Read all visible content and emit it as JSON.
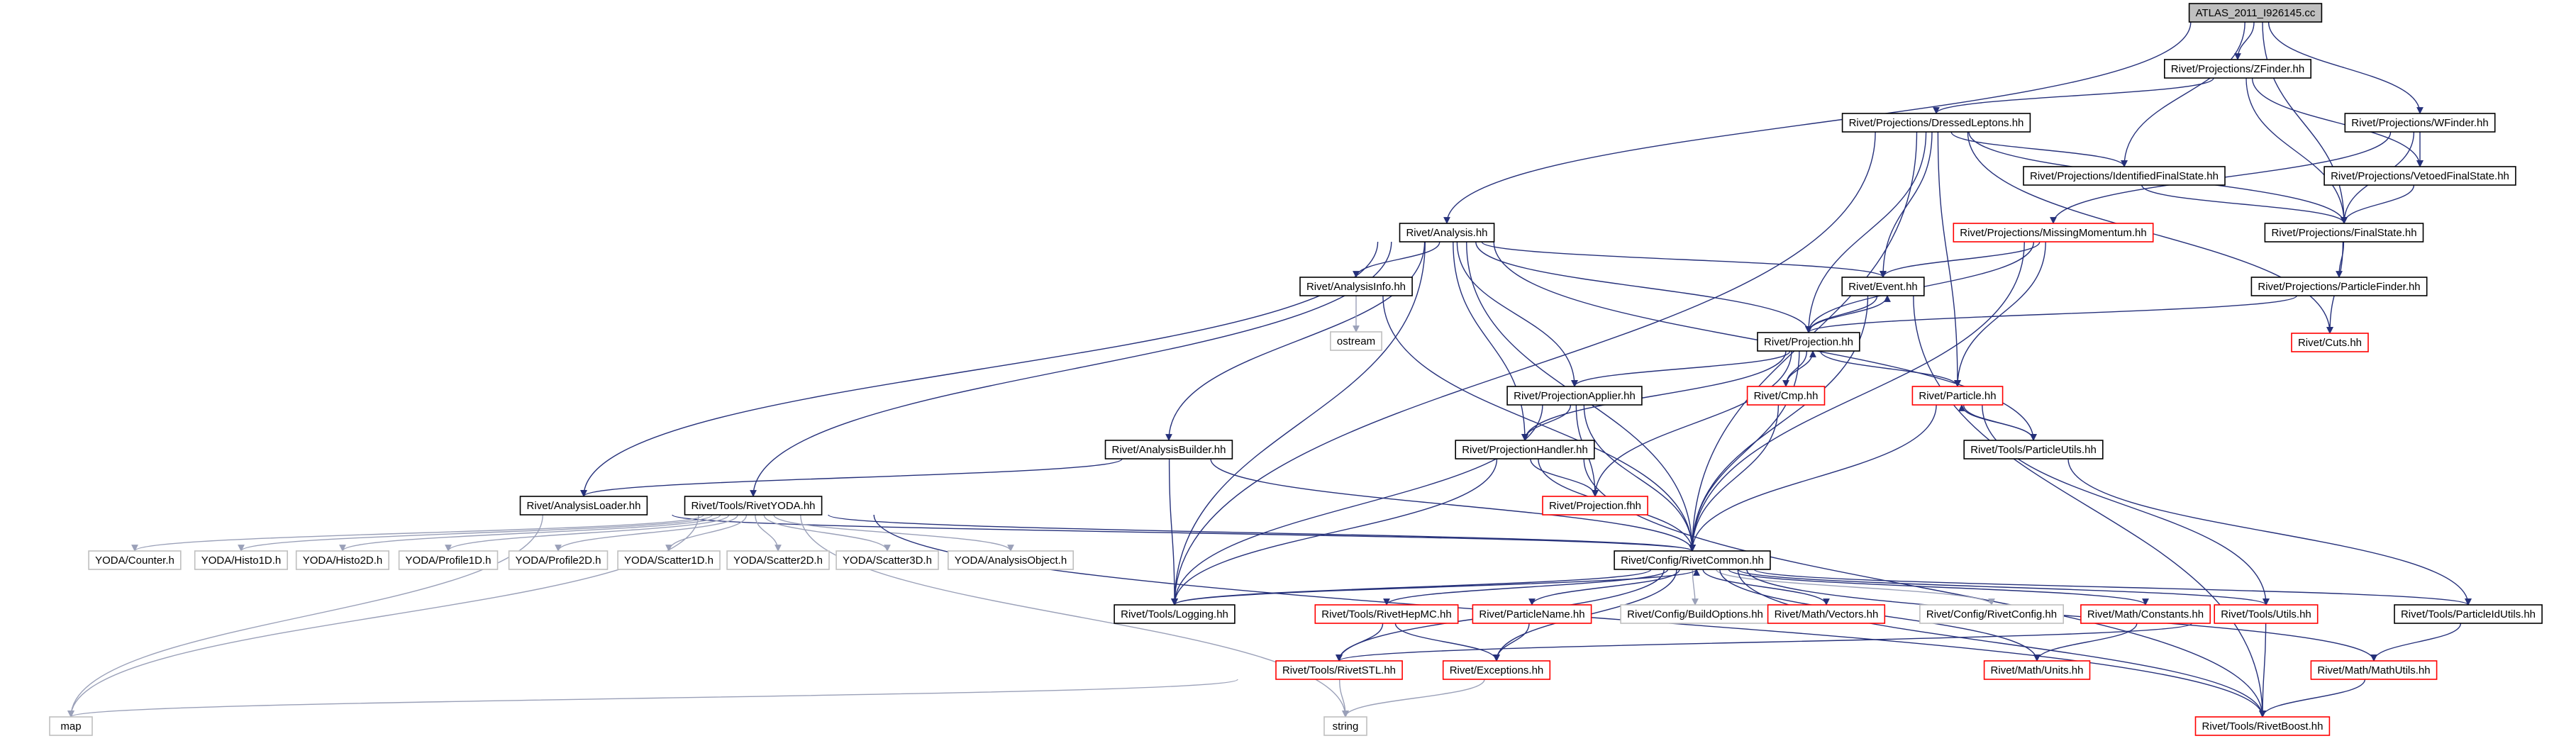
{
  "diagram": {
    "colors": {
      "edge": "#25307a",
      "edge_light": "#9aa0b8",
      "box_default": "#000000",
      "box_red": "#ff0000",
      "box_gray": "#bfbfbf",
      "root_fill": "#bfbfbf",
      "text": "#000000"
    },
    "nodes": [
      {
        "id": "root",
        "label": "ATLAS_2011_I926145.cc",
        "style": "root"
      },
      {
        "id": "zfinder",
        "label": "Rivet/Projections/ZFinder.hh",
        "style": "black"
      },
      {
        "id": "dressed",
        "label": "Rivet/Projections/DressedLeptons.hh",
        "style": "black"
      },
      {
        "id": "wfinder",
        "label": "Rivet/Projections/WFinder.hh",
        "style": "black"
      },
      {
        "id": "identified",
        "label": "Rivet/Projections/IdentifiedFinalState.hh",
        "style": "black"
      },
      {
        "id": "vetoed",
        "label": "Rivet/Projections/VetoedFinalState.hh",
        "style": "black"
      },
      {
        "id": "finalstate",
        "label": "Rivet/Projections/FinalState.hh",
        "style": "black"
      },
      {
        "id": "missing",
        "label": "Rivet/Projections/MissingMomentum.hh",
        "style": "red"
      },
      {
        "id": "analysis",
        "label": "Rivet/Analysis.hh",
        "style": "black"
      },
      {
        "id": "particlefinder",
        "label": "Rivet/Projections/ParticleFinder.hh",
        "style": "black"
      },
      {
        "id": "event",
        "label": "Rivet/Event.hh",
        "style": "black"
      },
      {
        "id": "analysisinfo",
        "label": "Rivet/AnalysisInfo.hh",
        "style": "black"
      },
      {
        "id": "cuts",
        "label": "Rivet/Cuts.hh",
        "style": "red"
      },
      {
        "id": "ostream",
        "label": "ostream",
        "style": "gray"
      },
      {
        "id": "projection",
        "label": "Rivet/Projection.hh",
        "style": "black"
      },
      {
        "id": "projapplier",
        "label": "Rivet/ProjectionApplier.hh",
        "style": "black"
      },
      {
        "id": "cmp",
        "label": "Rivet/Cmp.hh",
        "style": "red"
      },
      {
        "id": "particle",
        "label": "Rivet/Particle.hh",
        "style": "red"
      },
      {
        "id": "analysisbuilder",
        "label": "Rivet/AnalysisBuilder.hh",
        "style": "black"
      },
      {
        "id": "projhandler",
        "label": "Rivet/ProjectionHandler.hh",
        "style": "black"
      },
      {
        "id": "particleutils",
        "label": "Rivet/Tools/ParticleUtils.hh",
        "style": "black"
      },
      {
        "id": "analysisloader",
        "label": "Rivet/AnalysisLoader.hh",
        "style": "black"
      },
      {
        "id": "rivetyoda",
        "label": "Rivet/Tools/RivetYODA.hh",
        "style": "black"
      },
      {
        "id": "projfhh",
        "label": "Rivet/Projection.fhh",
        "style": "red"
      },
      {
        "id": "yodacounter",
        "label": "YODA/Counter.h",
        "style": "gray"
      },
      {
        "id": "yodah1",
        "label": "YODA/Histo1D.h",
        "style": "gray"
      },
      {
        "id": "yodah2",
        "label": "YODA/Histo2D.h",
        "style": "gray"
      },
      {
        "id": "yodap1",
        "label": "YODA/Profile1D.h",
        "style": "gray"
      },
      {
        "id": "yodap2",
        "label": "YODA/Profile2D.h",
        "style": "gray"
      },
      {
        "id": "yodas1",
        "label": "YODA/Scatter1D.h",
        "style": "gray"
      },
      {
        "id": "yodas2",
        "label": "YODA/Scatter2D.h",
        "style": "gray"
      },
      {
        "id": "yodas3",
        "label": "YODA/Scatter3D.h",
        "style": "gray"
      },
      {
        "id": "yodaao",
        "label": "YODA/AnalysisObject.h",
        "style": "gray"
      },
      {
        "id": "rivetcommon",
        "label": "Rivet/Config/RivetCommon.hh",
        "style": "black"
      },
      {
        "id": "logging",
        "label": "Rivet/Tools/Logging.hh",
        "style": "black"
      },
      {
        "id": "hepmc",
        "label": "Rivet/Tools/RivetHepMC.hh",
        "style": "red"
      },
      {
        "id": "particlename",
        "label": "Rivet/ParticleName.hh",
        "style": "red"
      },
      {
        "id": "buildoptions",
        "label": "Rivet/Config/BuildOptions.hh",
        "style": "gray"
      },
      {
        "id": "vectors",
        "label": "Rivet/Math/Vectors.hh",
        "style": "red"
      },
      {
        "id": "rivetconfig",
        "label": "Rivet/Config/RivetConfig.hh",
        "style": "gray"
      },
      {
        "id": "constants",
        "label": "Rivet/Math/Constants.hh",
        "style": "red"
      },
      {
        "id": "utils",
        "label": "Rivet/Tools/Utils.hh",
        "style": "red"
      },
      {
        "id": "particleidutils",
        "label": "Rivet/Tools/ParticleIdUtils.hh",
        "style": "black"
      },
      {
        "id": "rivetstl",
        "label": "Rivet/Tools/RivetSTL.hh",
        "style": "red"
      },
      {
        "id": "exceptions",
        "label": "Rivet/Exceptions.hh",
        "style": "red"
      },
      {
        "id": "units",
        "label": "Rivet/Math/Units.hh",
        "style": "red"
      },
      {
        "id": "mathutils",
        "label": "Rivet/Math/MathUtils.hh",
        "style": "red"
      },
      {
        "id": "map",
        "label": "map",
        "style": "gray"
      },
      {
        "id": "string",
        "label": "string",
        "style": "gray"
      },
      {
        "id": "rivetboost",
        "label": "Rivet/Tools/RivetBoost.hh",
        "style": "red"
      }
    ],
    "edges": [
      [
        "root",
        "zfinder"
      ],
      [
        "root",
        "wfinder"
      ],
      [
        "root",
        "analysis"
      ],
      [
        "root",
        "identified"
      ],
      [
        "root",
        "finalstate"
      ],
      [
        "zfinder",
        "dressed"
      ],
      [
        "zfinder",
        "finalstate"
      ],
      [
        "zfinder",
        "vetoed"
      ],
      [
        "wfinder",
        "vetoed"
      ],
      [
        "wfinder",
        "missing"
      ],
      [
        "wfinder",
        "finalstate"
      ],
      [
        "dressed",
        "identified"
      ],
      [
        "dressed",
        "finalstate"
      ],
      [
        "dressed",
        "event"
      ],
      [
        "dressed",
        "projection"
      ],
      [
        "dressed",
        "particle"
      ],
      [
        "dressed",
        "rivetcommon"
      ],
      [
        "dressed",
        "cuts"
      ],
      [
        "dressed",
        "logging"
      ],
      [
        "identified",
        "finalstate"
      ],
      [
        "vetoed",
        "finalstate"
      ],
      [
        "finalstate",
        "particlefinder"
      ],
      [
        "finalstate",
        "cuts"
      ],
      [
        "particlefinder",
        "projection"
      ],
      [
        "missing",
        "event"
      ],
      [
        "missing",
        "projection"
      ],
      [
        "missing",
        "particle"
      ],
      [
        "missing",
        "rivetcommon"
      ],
      [
        "analysis",
        "analysisinfo"
      ],
      [
        "analysis",
        "event"
      ],
      [
        "analysis",
        "projection"
      ],
      [
        "analysis",
        "projapplier"
      ],
      [
        "analysis",
        "projhandler"
      ],
      [
        "analysis",
        "analysisbuilder"
      ],
      [
        "analysis",
        "analysisloader"
      ],
      [
        "analysis",
        "rivetyoda"
      ],
      [
        "analysis",
        "rivetcommon"
      ],
      [
        "analysis",
        "logging"
      ],
      [
        "analysis",
        "particleutils"
      ],
      [
        "analysisinfo",
        "ostream"
      ],
      [
        "analysisinfo",
        "rivetcommon"
      ],
      [
        "event",
        "projection"
      ],
      [
        "event",
        "rivetcommon"
      ],
      [
        "event",
        "rivetboost"
      ],
      [
        "projection",
        "event"
      ],
      [
        "projection",
        "projapplier"
      ],
      [
        "projection",
        "projhandler"
      ],
      [
        "projection",
        "cmp"
      ],
      [
        "projection",
        "particle"
      ],
      [
        "projection",
        "projfhh"
      ],
      [
        "projection",
        "rivetcommon"
      ],
      [
        "cmp",
        "projection"
      ],
      [
        "cmp",
        "rivetcommon"
      ],
      [
        "particle",
        "particleutils"
      ],
      [
        "particle",
        "rivetcommon"
      ],
      [
        "particle",
        "utils"
      ],
      [
        "particleutils",
        "particle"
      ],
      [
        "particleutils",
        "particleidutils"
      ],
      [
        "projapplier",
        "projhandler"
      ],
      [
        "projapplier",
        "projfhh"
      ],
      [
        "projapplier",
        "rivetcommon"
      ],
      [
        "projapplier",
        "logging"
      ],
      [
        "projhandler",
        "projfhh"
      ],
      [
        "projhandler",
        "rivetcommon"
      ],
      [
        "projhandler",
        "logging"
      ],
      [
        "projhandler",
        "rivetboost"
      ],
      [
        "analysisbuilder",
        "analysisloader"
      ],
      [
        "analysisbuilder",
        "logging"
      ],
      [
        "analysisbuilder",
        "rivetcommon"
      ],
      [
        "analysisloader",
        "map"
      ],
      [
        "analysisloader",
        "rivetcommon"
      ],
      [
        "rivetyoda",
        "yodacounter"
      ],
      [
        "rivetyoda",
        "yodah1"
      ],
      [
        "rivetyoda",
        "yodah2"
      ],
      [
        "rivetyoda",
        "yodap1"
      ],
      [
        "rivetyoda",
        "yodap2"
      ],
      [
        "rivetyoda",
        "yodas1"
      ],
      [
        "rivetyoda",
        "yodas2"
      ],
      [
        "rivetyoda",
        "yodas3"
      ],
      [
        "rivetyoda",
        "yodaao"
      ],
      [
        "rivetyoda",
        "rivetcommon"
      ],
      [
        "rivetyoda",
        "map"
      ],
      [
        "rivetyoda",
        "string"
      ],
      [
        "rivetyoda",
        "rivetboost"
      ],
      [
        "rivetcommon",
        "logging"
      ],
      [
        "rivetcommon",
        "hepmc"
      ],
      [
        "rivetcommon",
        "particlename"
      ],
      [
        "rivetcommon",
        "buildoptions"
      ],
      [
        "rivetcommon",
        "vectors"
      ],
      [
        "rivetcommon",
        "rivetconfig"
      ],
      [
        "rivetcommon",
        "constants"
      ],
      [
        "rivetcommon",
        "utils"
      ],
      [
        "rivetcommon",
        "particleidutils"
      ],
      [
        "rivetcommon",
        "rivetstl"
      ],
      [
        "rivetcommon",
        "exceptions"
      ],
      [
        "rivetcommon",
        "units"
      ],
      [
        "rivetcommon",
        "mathutils"
      ],
      [
        "rivetcommon",
        "rivetboost"
      ],
      [
        "logging",
        "rivetcommon"
      ],
      [
        "hepmc",
        "rivetstl"
      ],
      [
        "hepmc",
        "exceptions"
      ],
      [
        "particlename",
        "exceptions"
      ],
      [
        "constants",
        "units"
      ],
      [
        "utils",
        "rivetstl"
      ],
      [
        "utils",
        "rivetboost"
      ],
      [
        "particleidutils",
        "mathutils"
      ],
      [
        "mathutils",
        "rivetboost"
      ],
      [
        "rivetstl",
        "map"
      ],
      [
        "rivetstl",
        "string"
      ],
      [
        "exceptions",
        "string"
      ]
    ]
  }
}
